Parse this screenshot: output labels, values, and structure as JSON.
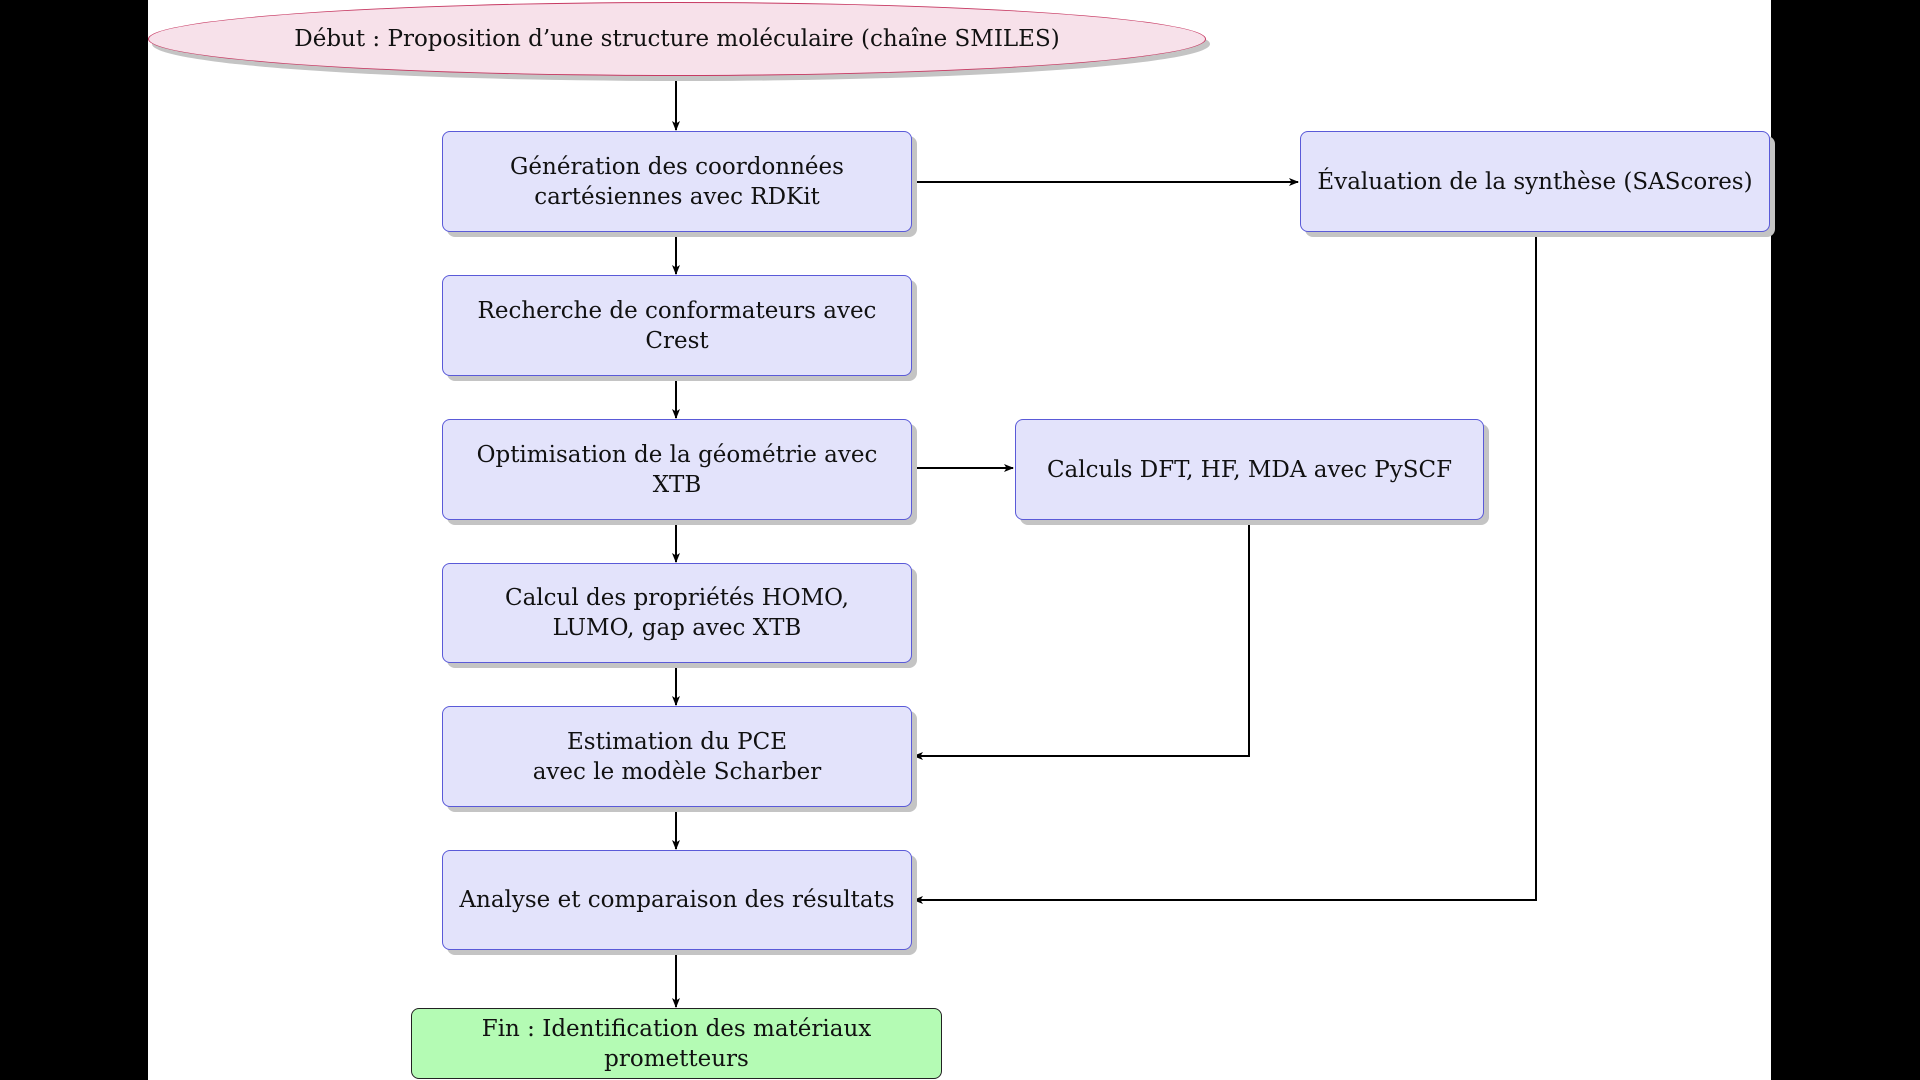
{
  "diagram": {
    "nodes": {
      "start": "Début : Proposition d’une structure moléculaire (chaîne SMILES)",
      "gen": "Génération des coordonnées\ncartésiennes avec RDKit",
      "sas": "Évaluation de la synthèse (SAScores)",
      "crest": "Recherche de conformateurs avec Crest",
      "opt": "Optimisation de la géométrie avec XTB",
      "dft": "Calculs DFT, HF, MDA avec PySCF",
      "homo": "Calcul des propriétés HOMO,\nLUMO, gap avec XTB",
      "pce": "Estimation du PCE\navec le modèle Scharber",
      "analyse": "Analyse et comparaison des résultats",
      "end": "Fin : Identification des matériaux prometteurs"
    },
    "edges": [
      {
        "from": "start",
        "to": "gen"
      },
      {
        "from": "gen",
        "to": "crest"
      },
      {
        "from": "gen",
        "to": "sas"
      },
      {
        "from": "crest",
        "to": "opt"
      },
      {
        "from": "opt",
        "to": "homo"
      },
      {
        "from": "opt",
        "to": "dft"
      },
      {
        "from": "homo",
        "to": "pce"
      },
      {
        "from": "dft",
        "to": "pce"
      },
      {
        "from": "pce",
        "to": "analyse"
      },
      {
        "from": "sas",
        "to": "analyse"
      },
      {
        "from": "analyse",
        "to": "end"
      }
    ],
    "colors": {
      "process_fill": "#e3e3fb",
      "process_border": "#5a5ad8",
      "start_fill": "#f7e1ea",
      "start_border": "#c73a63",
      "end_fill": "#b4fbb4",
      "arrow": "#000000"
    }
  }
}
